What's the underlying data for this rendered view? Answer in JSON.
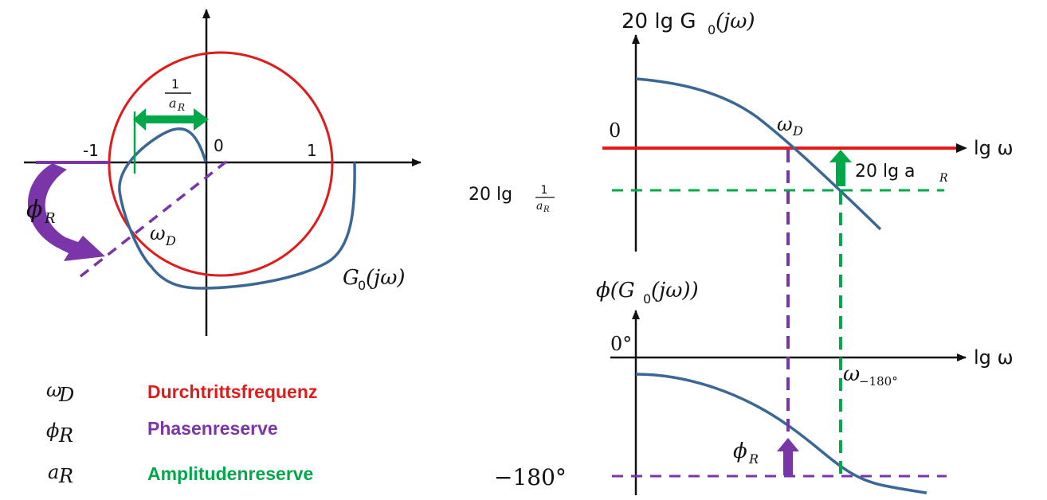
{
  "colors": {
    "axis": "#111111",
    "curve": "#3a6795",
    "circle": "#e01b1b",
    "phase": "#7a35a8",
    "gain": "#00a84a",
    "durchtritt_text": "#e01b1b",
    "phasen_text": "#7a35a8",
    "amplituden_text": "#00a84a"
  },
  "nyquist": {
    "label_minus_one": "-1",
    "label_zero": "0",
    "label_one": "1",
    "frac_num": "1",
    "frac_den_a": "a",
    "frac_den_sub": "R",
    "phi_sym": "ϕ",
    "phi_sub": "R",
    "omega_sym": "ω",
    "omega_sub": "D",
    "curve_label": "G",
    "curve_label_sub": "0",
    "curve_label_arg": "(jω)"
  },
  "bode_mag": {
    "ylabel_prefix": "20 lg G",
    "ylabel_sub": "0",
    "ylabel_arg": "(jω)",
    "zero_label": "0",
    "xlabel": "lg ω",
    "omega_sym": "ω",
    "omega_sub": "D",
    "gain_label_prefix": "20 lg a",
    "gain_label_sub": "R",
    "left_label_prefix": "20 lg",
    "left_frac_num": "1",
    "left_frac_den": "a",
    "left_frac_sub": "R"
  },
  "bode_phase": {
    "ylabel": "ϕ(G",
    "ylabel_sub": "0",
    "ylabel_tail": "(jω))",
    "zero_label": "0°",
    "xlabel": "lg ω",
    "omega180_sym": "ω",
    "omega180_sub": "−180°",
    "phi_sym": "ϕ",
    "phi_sub": "R",
    "minus180_label": "−180°"
  },
  "legend": [
    {
      "symbol": "ω",
      "sub": "D",
      "text": "Durchtrittsfrequenz"
    },
    {
      "symbol": "ϕ",
      "sub": "R",
      "text": "Phasenreserve"
    },
    {
      "symbol": "a",
      "sub": "R",
      "text": "Amplitudenreserve"
    }
  ]
}
